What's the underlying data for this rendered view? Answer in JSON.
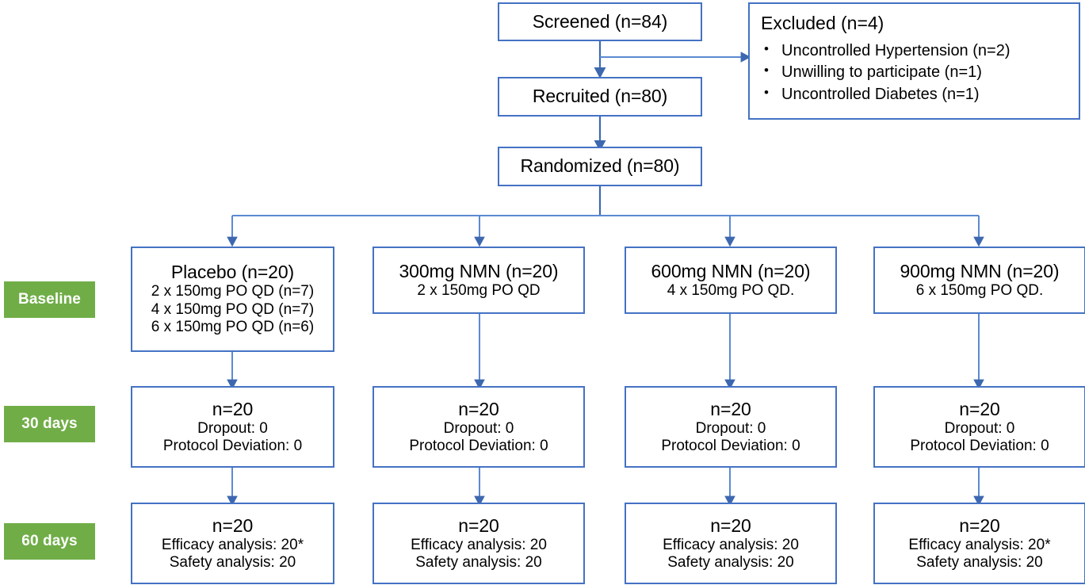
{
  "diagram": {
    "type": "consort-flow-diagram",
    "accent_border_color": "#4472C4",
    "stage_label_color": "#70AD47",
    "stage_label_text_color": "#FFFFFF",
    "background_color": "#FFFFFF"
  },
  "stage_labels": [
    {
      "text": "Baseline"
    },
    {
      "text": "30 days"
    },
    {
      "text": "60 days"
    }
  ],
  "top_flow": {
    "screened": {
      "title": "Screened (n=84)"
    },
    "recruited": {
      "title": "Recruited (n=80)"
    },
    "randomized": {
      "title": "Randomized (n=80)"
    }
  },
  "excluded": {
    "title": "Excluded (n=4)",
    "reasons": [
      "Uncontrolled Hypertension (n=2)",
      "Unwilling to participate (n=1)",
      "Uncontrolled Diabetes (n=1)"
    ]
  },
  "arms": [
    {
      "baseline": {
        "title": "Placebo (n=20)",
        "lines": [
          "2 x 150mg PO QD (n=7)",
          "4 x 150mg PO QD (n=7)",
          "6 x 150mg PO QD (n=6)"
        ]
      },
      "day30": {
        "title": "n=20",
        "lines": [
          "Dropout: 0",
          "Protocol Deviation: 0"
        ]
      },
      "day60": {
        "title": "n=20",
        "lines": [
          "Efficacy analysis: 20*",
          "Safety analysis: 20"
        ]
      }
    },
    {
      "baseline": {
        "title": "300mg NMN (n=20)",
        "lines": [
          "2 x 150mg PO QD"
        ]
      },
      "day30": {
        "title": "n=20",
        "lines": [
          "Dropout: 0",
          "Protocol Deviation: 0"
        ]
      },
      "day60": {
        "title": "n=20",
        "lines": [
          "Efficacy analysis: 20",
          "Safety analysis: 20"
        ]
      }
    },
    {
      "baseline": {
        "title": "600mg NMN (n=20)",
        "lines": [
          "4 x 150mg PO QD."
        ]
      },
      "day30": {
        "title": "n=20",
        "lines": [
          "Dropout: 0",
          "Protocol Deviation: 0"
        ]
      },
      "day60": {
        "title": "n=20",
        "lines": [
          "Efficacy analysis: 20",
          "Safety analysis: 20"
        ]
      }
    },
    {
      "baseline": {
        "title": "900mg NMN (n=20)",
        "lines": [
          "6 x 150mg PO QD."
        ]
      },
      "day30": {
        "title": "n=20",
        "lines": [
          "Dropout: 0",
          "Protocol Deviation: 0"
        ]
      },
      "day60": {
        "title": "n=20",
        "lines": [
          "Efficacy analysis: 20*",
          "Safety analysis: 20"
        ]
      }
    }
  ]
}
